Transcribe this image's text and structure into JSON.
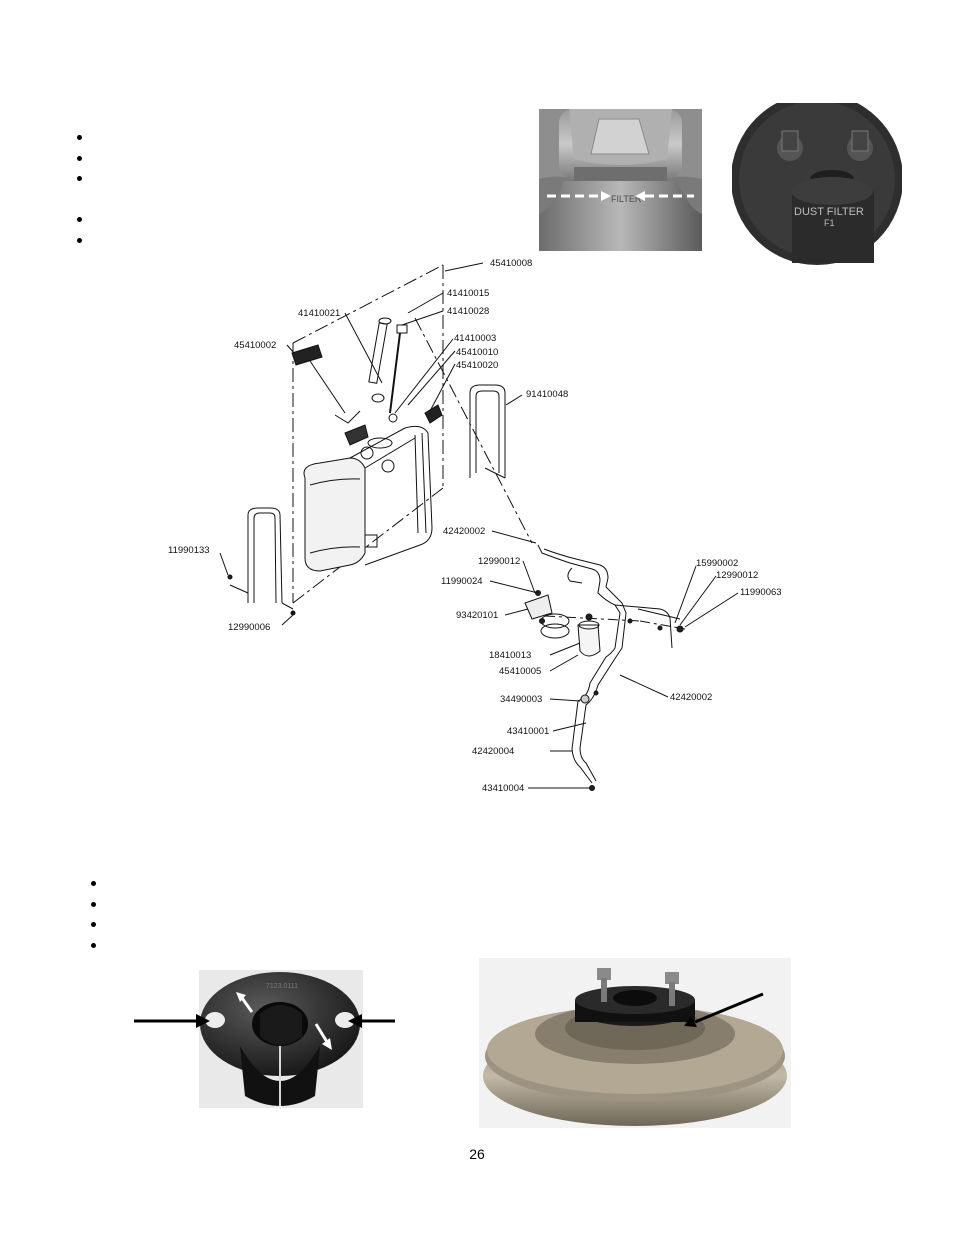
{
  "top_bullets": [
    "",
    "",
    "",
    "",
    ""
  ],
  "bottom_bullets": [
    "",
    "",
    "",
    ""
  ],
  "photo_top_left": {
    "engraving": "FILTER"
  },
  "photo_top_right": {
    "cap_text": "DUST FILTER",
    "cap_subtext": "F1"
  },
  "photo_bottom_left": {
    "engraving": "7123.0111"
  },
  "diagram_labels": {
    "p45410008": "45410008",
    "p41410015": "41410015",
    "p41410021": "41410021",
    "p41410028": "41410028",
    "p45410002": "45410002",
    "p41410003": "41410003",
    "p45410010": "45410010",
    "p45410020": "45410020",
    "p91410048": "91410048",
    "p42420002a": "42420002",
    "p12990012a": "12990012",
    "p11990024": "11990024",
    "p11990133": "11990133",
    "p93420101": "93420101",
    "p12990006": "12990006",
    "p18410013": "18410013",
    "p45410005": "45410005",
    "p15990002": "15990002",
    "p12990012b": "12990012",
    "p11990063": "11990063",
    "p34490003": "34490003",
    "p43410001": "43410001",
    "p42420004": "42420004",
    "p42420002b": "42420002",
    "p43410004": "43410004"
  },
  "page_number": "26"
}
